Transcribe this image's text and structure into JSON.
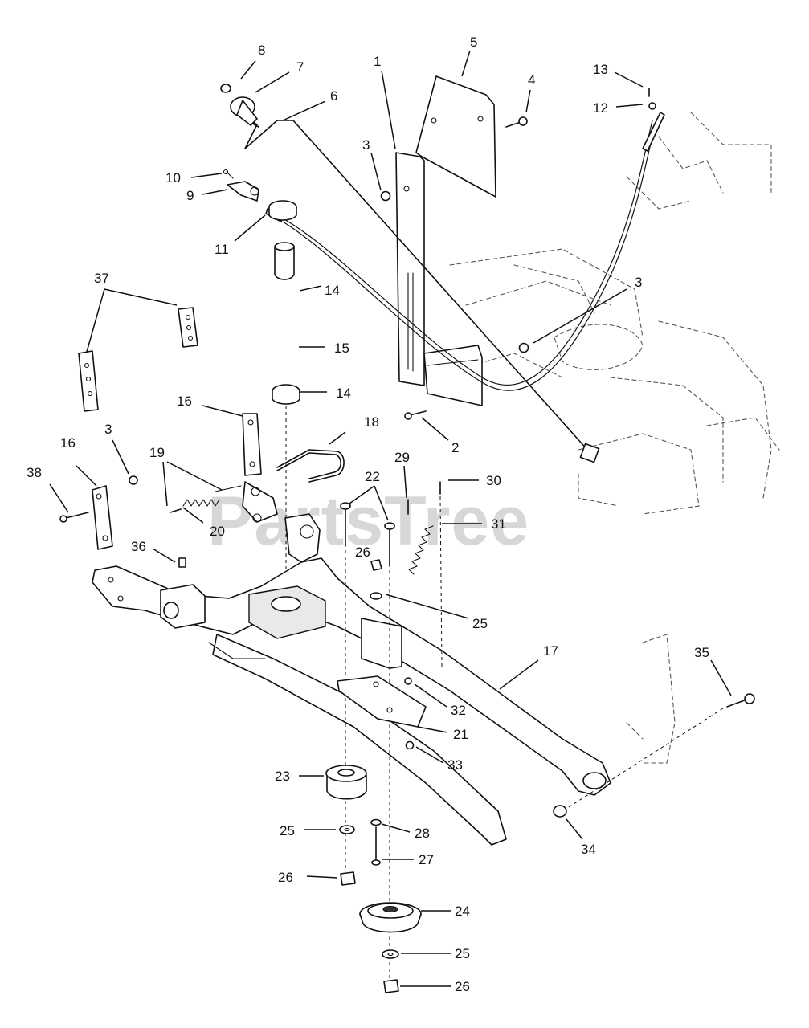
{
  "watermark": "PartsTree",
  "callouts": [
    "1",
    "2",
    "3",
    "4",
    "5",
    "6",
    "7",
    "8",
    "9",
    "10",
    "11",
    "12",
    "13",
    "14",
    "15",
    "16",
    "17",
    "18",
    "19",
    "20",
    "21",
    "22",
    "23",
    "24",
    "25",
    "26",
    "27",
    "28",
    "29",
    "30",
    "31",
    "32",
    "33",
    "34",
    "35",
    "36",
    "37",
    "38"
  ]
}
